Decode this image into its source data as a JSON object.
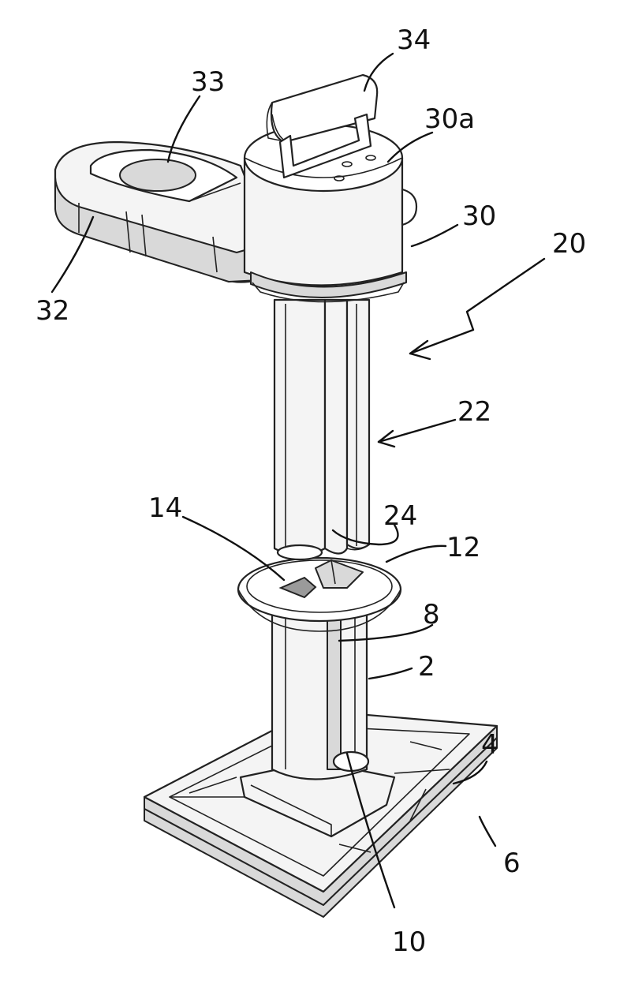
{
  "figure": {
    "labels": {
      "l34": "34",
      "l33": "33",
      "l30a": "30a",
      "l30": "30",
      "l20": "20",
      "l32": "32",
      "l22": "22",
      "l14": "14",
      "l24": "24",
      "l12": "12",
      "l8": "8",
      "l2": "2",
      "l4": "4",
      "l6": "6",
      "l10": "10"
    }
  }
}
